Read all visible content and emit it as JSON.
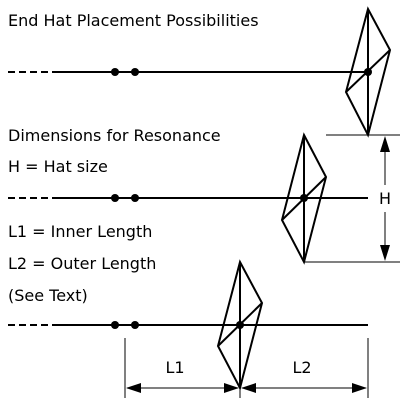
{
  "title": "End Hat Placement Possibilities",
  "section_title": "Dimensions for Resonance",
  "definitions": {
    "hat": "H = Hat size",
    "inner": "L1 = Inner Length",
    "outer": "L2 = Outer Length",
    "note": "(See Text)"
  },
  "dimension_labels": {
    "height": "H",
    "inner": "L1",
    "outer": "L2"
  },
  "colors": {
    "ink": "#000000",
    "background": "#ffffff"
  }
}
